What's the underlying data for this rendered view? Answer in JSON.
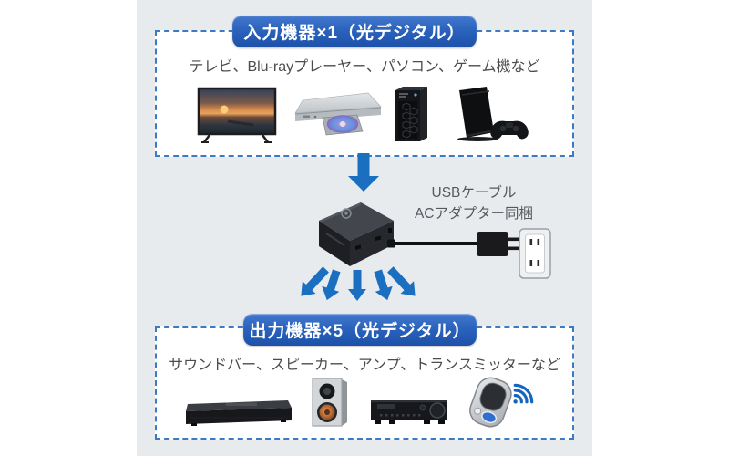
{
  "input_section": {
    "header": "入力機器×1（光デジタル）",
    "caption": "テレビ、Blu-rayプレーヤー、パソコン、ゲーム機など",
    "count": "1",
    "icons": [
      "tv-icon",
      "blu-ray-player-icon",
      "pc-tower-icon",
      "game-console-icon"
    ]
  },
  "hub": {
    "note_line1": "USBケーブル",
    "note_line2": "ACアダプター同梱",
    "icons": [
      "optical-splitter-icon",
      "usb-cable-icon",
      "ac-adapter-icon",
      "wall-outlet-icon"
    ]
  },
  "output_section": {
    "header": "出力機器×5（光デジタル）",
    "caption": "サウンドバー、スピーカー、アンプ、トランスミッターなど",
    "count": "5",
    "icons": [
      "soundbar-icon",
      "bookshelf-speaker-icon",
      "amplifier-icon",
      "transmitter-icon",
      "wireless-signal-icon"
    ]
  },
  "arrows": {
    "from_input_to_hub": 1,
    "from_hub_to_output": 5
  },
  "colors": {
    "arrow_blue": "#1b6fc1",
    "pill_gradient_top": "#4379cd",
    "pill_gradient_bottom": "#1d51a9",
    "panel_background": "#e8ebee",
    "dashed_border": "#3d7ac4",
    "caption_text": "#4a4c4f",
    "wireless_blue": "#1565c0"
  }
}
